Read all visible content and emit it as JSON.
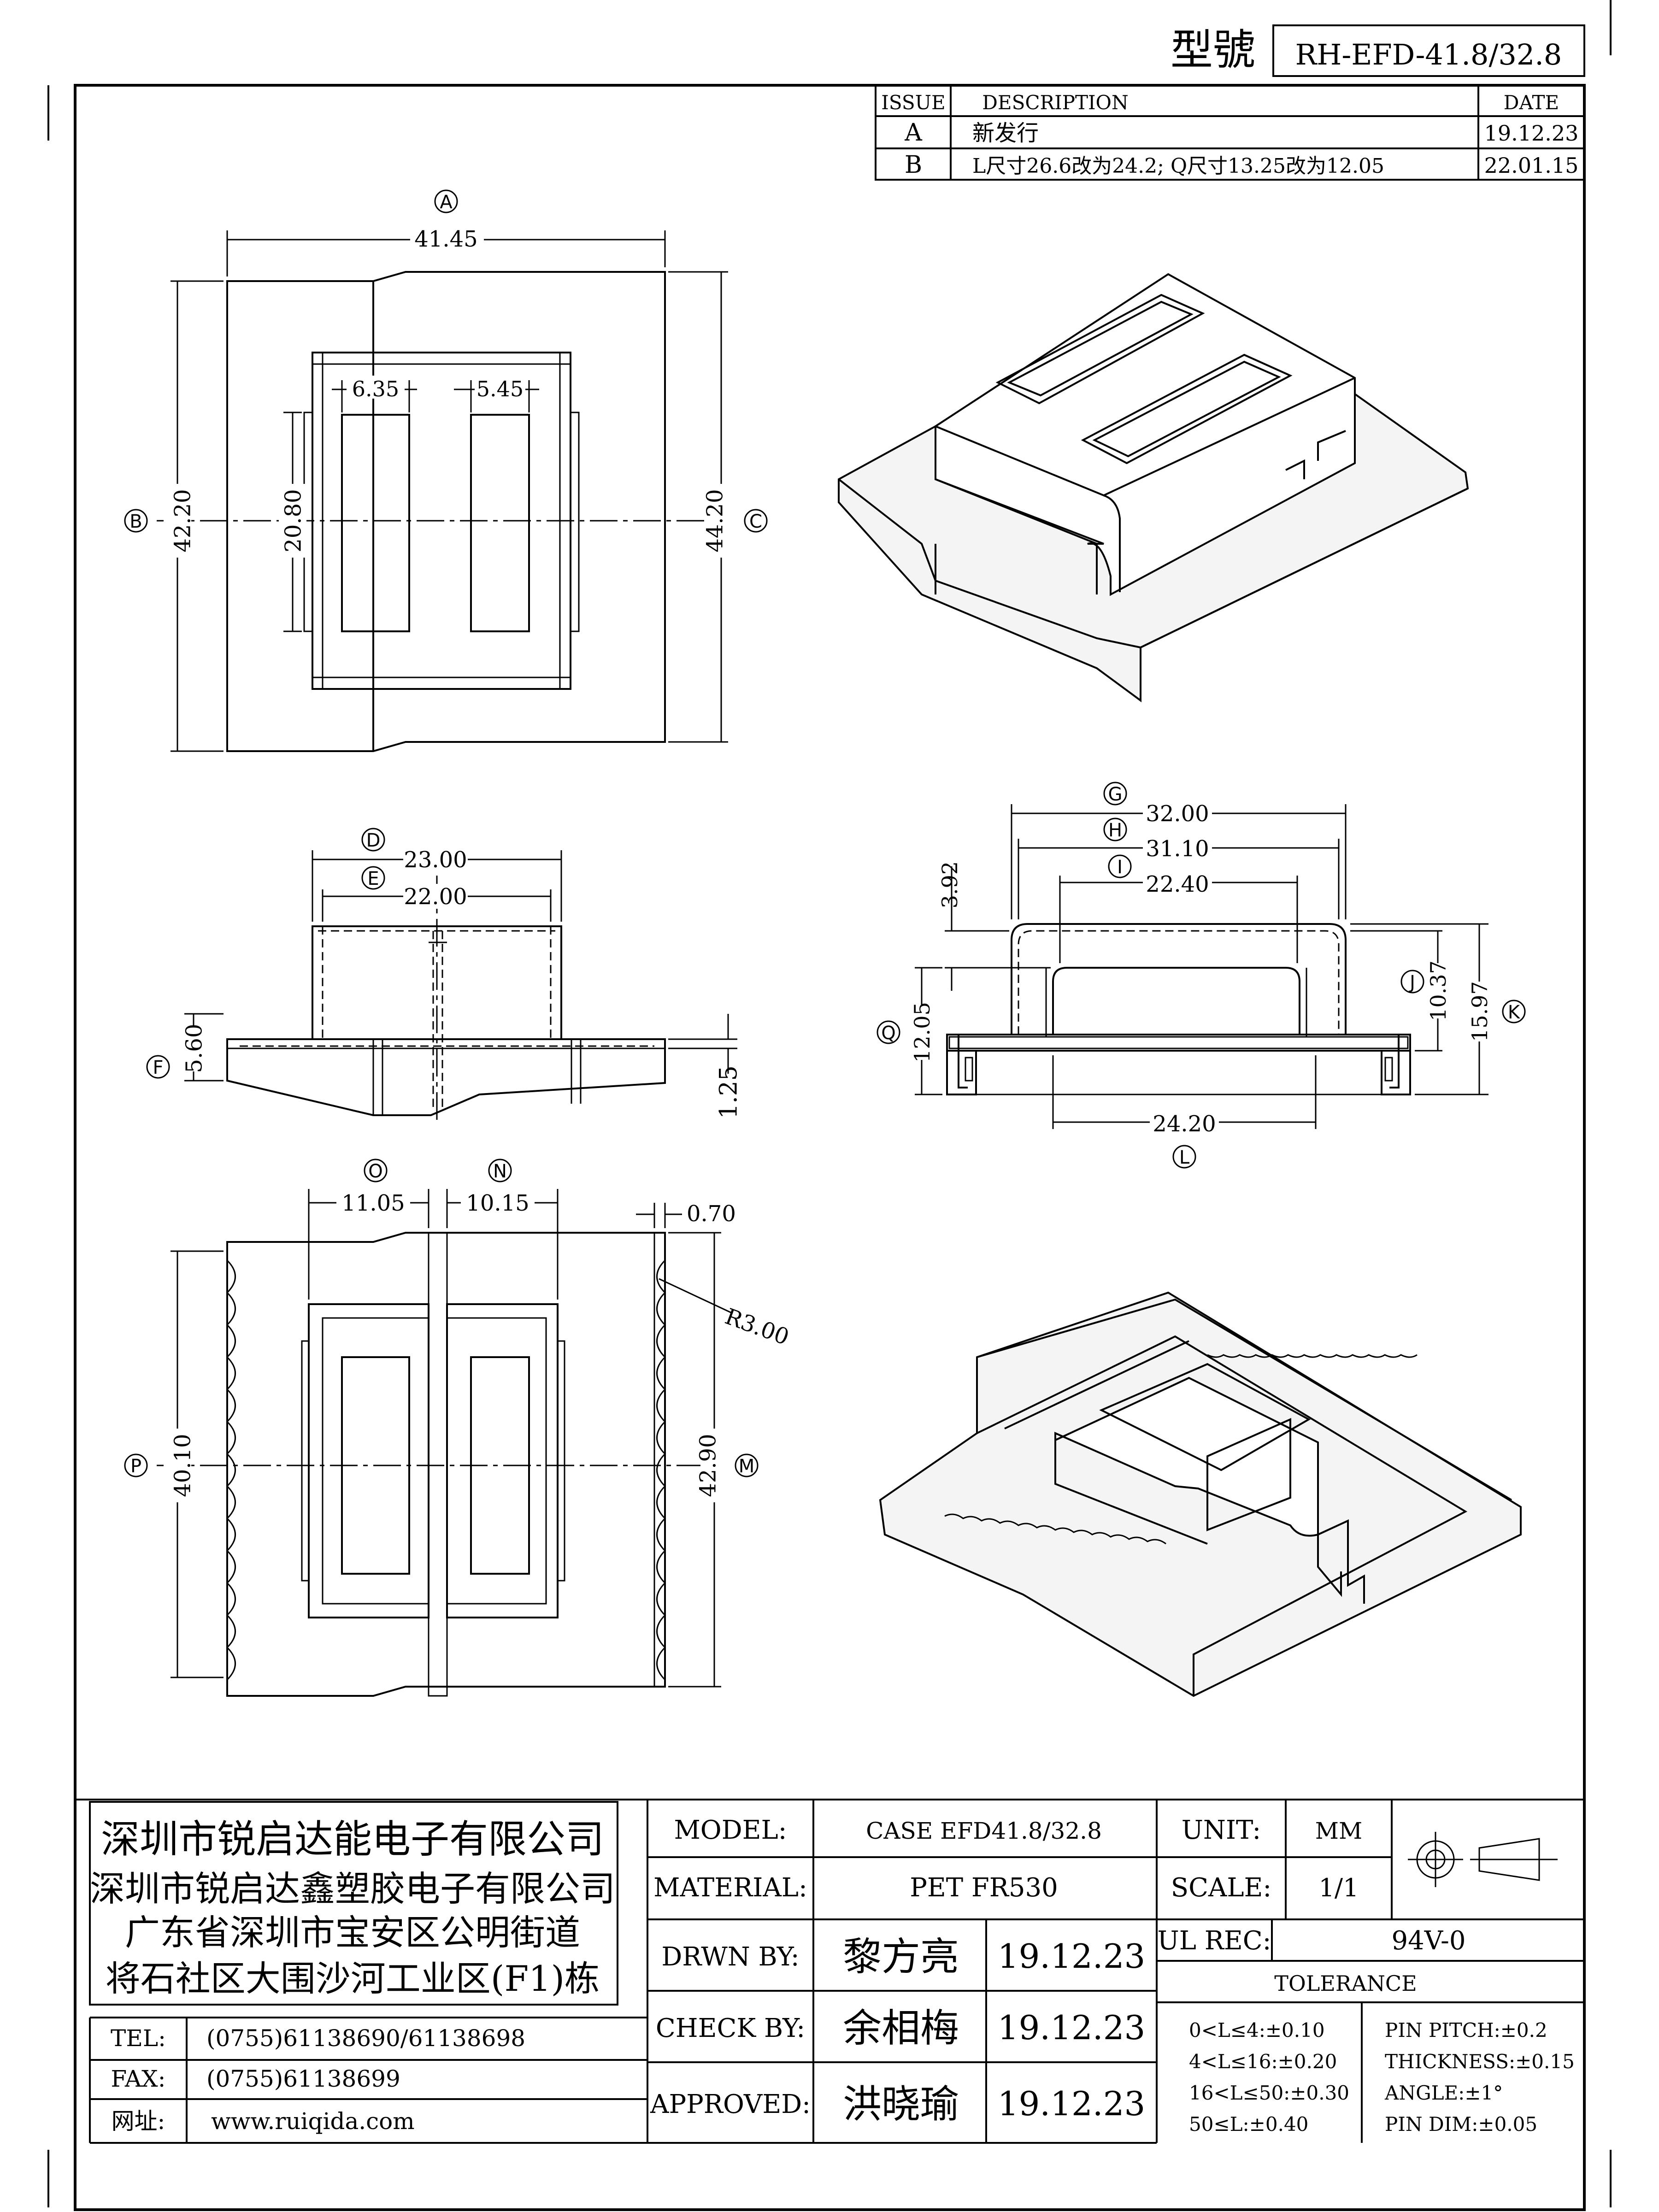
{
  "model_header": {
    "label": "型號",
    "value": "RH-EFD-41.8/32.8"
  },
  "revision": {
    "headers": [
      "ISSUE",
      "DESCRIPTION",
      "DATE"
    ],
    "rows": [
      {
        "issue": "A",
        "description": "新发行",
        "date": "19.12.23"
      },
      {
        "issue": "B",
        "description": "L尺寸26.6改为24.2; Q尺寸13.25改为12.05",
        "date": "22.01.15"
      }
    ]
  },
  "top_view": {
    "label_a": "A",
    "dim_a": "41.45",
    "label_b": "B",
    "dim_b": "42.20",
    "label_c": "C",
    "dim_c": "44.20",
    "dim_inner_h": "20.80",
    "dim_slot1": "6.35",
    "dim_slot2": "5.45"
  },
  "front_view": {
    "label_d": "D",
    "dim_d": "23.00",
    "label_e": "E",
    "dim_e": "22.00",
    "label_f": "F",
    "dim_f": "5.60",
    "dim_thk": "1.25"
  },
  "side_view": {
    "label_g": "G",
    "dim_g": "32.00",
    "label_h": "H",
    "dim_h": "31.10",
    "label_i": "I",
    "dim_i": "22.40",
    "dim_392": "3.92",
    "label_j": "J",
    "dim_j": "10.37",
    "label_k": "K",
    "dim_k": "15.97",
    "label_q": "Q",
    "dim_q": "12.05",
    "label_l": "L",
    "dim_l": "24.20"
  },
  "bottom_view": {
    "label_o": "O",
    "dim_o": "11.05",
    "label_n": "N",
    "dim_n": "10.15",
    "dim_070": "0.70",
    "dim_r": "R3.00",
    "label_p": "P",
    "dim_p": "40.10",
    "label_m": "M",
    "dim_m": "42.90"
  },
  "company": {
    "lines": [
      "深圳市锐启达能电子有限公司",
      "深圳市锐启达鑫塑胶电子有限公司",
      "广东省深圳市宝安区公明街道",
      "将石社区大围沙河工业区(F1)栋"
    ]
  },
  "contact": {
    "tel_label": "TEL:",
    "tel": "(0755)61138690/61138698",
    "fax_label": "FAX:",
    "fax": "(0755)61138699",
    "web_label": "网址:",
    "web": "www.ruiqida.com"
  },
  "title_block": {
    "model_label": "MODEL:",
    "model": "CASE  EFD41.8/32.8",
    "material_label": "MATERIAL:",
    "material": "PET    FR530",
    "drawn_label": "DRWN BY:",
    "drawn_name": "黎方亮",
    "drawn_date": "19.12.23",
    "check_label": "CHECK BY:",
    "check_name": "余相梅",
    "check_date": "19.12.23",
    "approved_label": "APPROVED:",
    "approved_name": "洪晓瑜",
    "approved_date": "19.12.23",
    "unit_label": "UNIT:",
    "unit": "MM",
    "scale_label": "SCALE:",
    "scale": "1/1",
    "ul_label": "UL REC:",
    "ul": "94V-0",
    "tolerance_label": "TOLERANCE",
    "tol_left": [
      "0<L≤4:±0.10",
      "4<L≤16:±0.20",
      "16<L≤50:±0.30",
      "50≤L:±0.40"
    ],
    "tol_right": [
      "PIN PITCH:±0.2",
      "THICKNESS:±0.15",
      "ANGLE:±1°",
      "PIN DIM:±0.05"
    ]
  }
}
